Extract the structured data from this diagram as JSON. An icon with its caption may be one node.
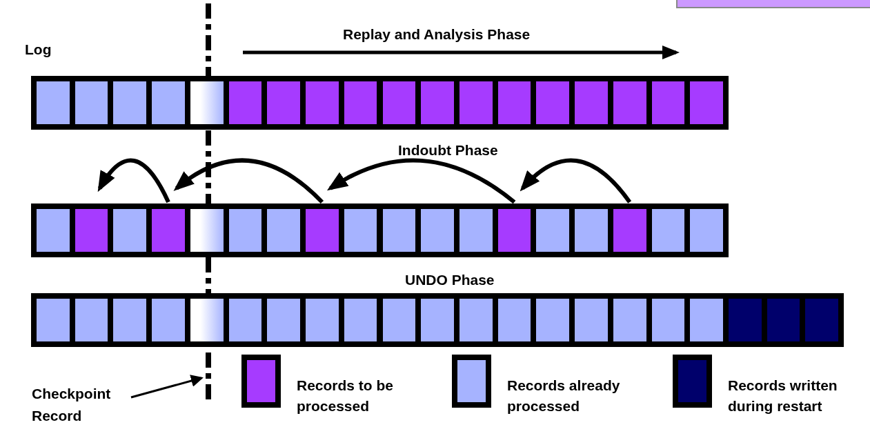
{
  "diagram": {
    "nodes": [
      {
        "text": [],
        "shape": "box"
      },
      {
        "text": [],
        "shape": "box"
      },
      {
        "text": [],
        "shape": "box"
      },
      {
        "text": [],
        "shape": "box"
      },
      {
        "text": [],
        "shape": "box"
      },
      {
        "text": [],
        "shape": "box"
      },
      {
        "text": [],
        "shape": "box"
      },
      {
        "text": [],
        "shape": "box"
      },
      {
        "text": [],
        "shape": "box"
      },
      {
        "text": [],
        "shape": "box"
      },
      {
        "text": [],
        "shape": "box"
      },
      {
        "text": [],
        "shape": "box"
      },
      {
        "text": [],
        "shape": "box"
      },
      {
        "text": [],
        "shape": "box"
      },
      {
        "text": [],
        "shape": "box"
      },
      {
        "text": [],
        "shape": "box"
      },
      {
        "text": [],
        "shape": "box"
      },
      {
        "text": [],
        "shape": "box"
      },
      {
        "text": [],
        "shape": "box"
      },
      {
        "text": [],
        "shape": "box"
      },
      {
        "text": [],
        "shape": "box"
      },
      {
        "text": [],
        "shape": "box"
      },
      {
        "text": [],
        "shape": "box"
      },
      {
        "text": [],
        "shape": "box"
      },
      {
        "text": [],
        "shape": "box"
      },
      {
        "text": [],
        "shape": "box"
      },
      {
        "text": [],
        "shape": "box"
      },
      {
        "text": [],
        "shape": "box"
      },
      {
        "text": [],
        "shape": "box"
      },
      {
        "text": [],
        "shape": "box"
      },
      {
        "text": [],
        "shape": "box"
      },
      {
        "text": [],
        "shape": "box"
      },
      {
        "text": [],
        "shape": "box"
      },
      {
        "text": [],
        "shape": "box"
      },
      {
        "text": [],
        "shape": "box"
      },
      {
        "text": [],
        "shape": "box"
      },
      {
        "text": [],
        "shape": "box"
      },
      {
        "text": [],
        "shape": "box"
      },
      {
        "text": [],
        "shape": "box"
      },
      {
        "text": [],
        "shape": "box"
      },
      {
        "text": [],
        "shape": "box"
      },
      {
        "text": [],
        "shape": "box"
      },
      {
        "text": [],
        "shape": "box"
      },
      {
        "text": [],
        "shape": "box"
      },
      {
        "text": [],
        "shape": "box"
      },
      {
        "text": [],
        "shape": "box"
      },
      {
        "text": [],
        "shape": "box"
      },
      {
        "text": [],
        "shape": "box"
      },
      {
        "text": [],
        "shape": "box"
      },
      {
        "text": [],
        "shape": "box"
      },
      {
        "text": [],
        "shape": "box"
      },
      {
        "text": [],
        "shape": "box"
      },
      {
        "text": [],
        "shape": "box"
      },
      {
        "text": [],
        "shape": "box"
      },
      {
        "text": [],
        "shape": "box"
      },
      {
        "text": [],
        "shape": "box"
      },
      {
        "text": [],
        "shape": "box"
      },
      {
        "text": [
          "Checkpoint Record"
        ]
      }
    ],
    "edges": [
      {
        "from": 33,
        "to": 30,
        "arrow": "to"
      },
      {
        "from": 30,
        "to": 25,
        "arrow": "to"
      },
      {
        "from": 25,
        "to": 21,
        "arrow": "to"
      },
      {
        "from": 21,
        "to": 19,
        "arrow": "to"
      },
      {
        "from": 57,
        "to": null,
        "arrow": "to"
      }
    ],
    "labels": [
      "Log",
      "Replay and Analysis Phase",
      "Indoubt Phase",
      "UNDO Phase"
    ],
    "legend": [
      {
        "text": "Records to be processed",
        "color": "#a63bff"
      },
      {
        "text": "Records already processed",
        "color": "#a6b3ff"
      },
      {
        "text": "Records written during restart",
        "color": "#00006b"
      }
    ]
  }
}
